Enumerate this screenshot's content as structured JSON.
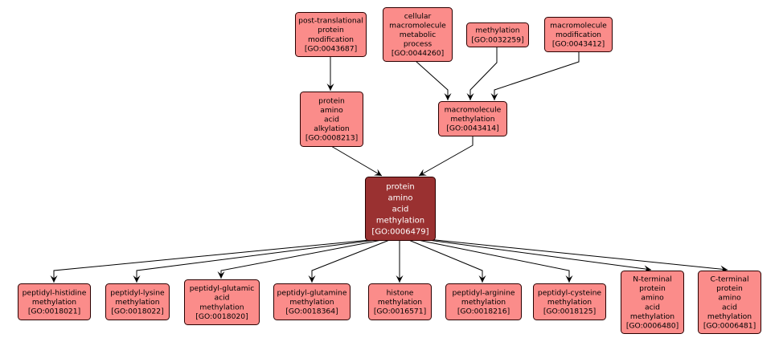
{
  "diagram": {
    "type": "GO term hierarchy",
    "colors": {
      "node_fill": "#fb8c8a",
      "focus_fill": "#9a3131",
      "focus_text": "#ffffff",
      "edge": "#000000"
    },
    "nodes": [
      {
        "id": "GO:0043687",
        "lines": [
          "post-translational",
          "protein",
          "modification",
          "[GO:0043687]"
        ],
        "role": "ancestor"
      },
      {
        "id": "GO:0044260",
        "lines": [
          "cellular",
          "macromolecule",
          "metabolic",
          "process",
          "[GO:0044260]"
        ],
        "role": "ancestor"
      },
      {
        "id": "GO:0032259",
        "lines": [
          "methylation",
          "[GO:0032259]"
        ],
        "role": "ancestor"
      },
      {
        "id": "GO:0043412",
        "lines": [
          "macromolecule",
          "modification",
          "[GO:0043412]"
        ],
        "role": "ancestor"
      },
      {
        "id": "GO:0008213",
        "lines": [
          "protein",
          "amino",
          "acid",
          "alkylation",
          "[GO:0008213]"
        ],
        "role": "ancestor"
      },
      {
        "id": "GO:0043414",
        "lines": [
          "macromolecule",
          "methylation",
          "[GO:0043414]"
        ],
        "role": "ancestor"
      },
      {
        "id": "GO:0006479",
        "lines": [
          "protein",
          "amino",
          "acid",
          "methylation",
          "[GO:0006479]"
        ],
        "role": "focus"
      },
      {
        "id": "GO:0018021",
        "lines": [
          "peptidyl-histidine",
          "methylation",
          "[GO:0018021]"
        ],
        "role": "child"
      },
      {
        "id": "GO:0018022",
        "lines": [
          "peptidyl-lysine",
          "methylation",
          "[GO:0018022]"
        ],
        "role": "child"
      },
      {
        "id": "GO:0018020",
        "lines": [
          "peptidyl-glutamic",
          "acid",
          "methylation",
          "[GO:0018020]"
        ],
        "role": "child"
      },
      {
        "id": "GO:0018364",
        "lines": [
          "peptidyl-glutamine",
          "methylation",
          "[GO:0018364]"
        ],
        "role": "child"
      },
      {
        "id": "GO:0016571",
        "lines": [
          "histone",
          "methylation",
          "[GO:0016571]"
        ],
        "role": "child"
      },
      {
        "id": "GO:0018216",
        "lines": [
          "peptidyl-arginine",
          "methylation",
          "[GO:0018216]"
        ],
        "role": "child"
      },
      {
        "id": "GO:0018125",
        "lines": [
          "peptidyl-cysteine",
          "methylation",
          "[GO:0018125]"
        ],
        "role": "child"
      },
      {
        "id": "GO:0006480",
        "lines": [
          "N-terminal",
          "protein",
          "amino",
          "acid",
          "methylation",
          "[GO:0006480]"
        ],
        "role": "child"
      },
      {
        "id": "GO:0006481",
        "lines": [
          "C-terminal",
          "protein",
          "amino",
          "acid",
          "methylation",
          "[GO:0006481]"
        ],
        "role": "child"
      }
    ],
    "edges": [
      {
        "from": "GO:0043687",
        "to": "GO:0008213"
      },
      {
        "from": "GO:0044260",
        "to": "GO:0043414"
      },
      {
        "from": "GO:0032259",
        "to": "GO:0043414"
      },
      {
        "from": "GO:0043412",
        "to": "GO:0043414"
      },
      {
        "from": "GO:0008213",
        "to": "GO:0006479"
      },
      {
        "from": "GO:0043414",
        "to": "GO:0006479"
      },
      {
        "from": "GO:0006479",
        "to": "GO:0018021"
      },
      {
        "from": "GO:0006479",
        "to": "GO:0018022"
      },
      {
        "from": "GO:0006479",
        "to": "GO:0018020"
      },
      {
        "from": "GO:0006479",
        "to": "GO:0018364"
      },
      {
        "from": "GO:0006479",
        "to": "GO:0016571"
      },
      {
        "from": "GO:0006479",
        "to": "GO:0018216"
      },
      {
        "from": "GO:0006479",
        "to": "GO:0018125"
      },
      {
        "from": "GO:0006479",
        "to": "GO:0006480"
      },
      {
        "from": "GO:0006479",
        "to": "GO:0006481"
      }
    ]
  }
}
